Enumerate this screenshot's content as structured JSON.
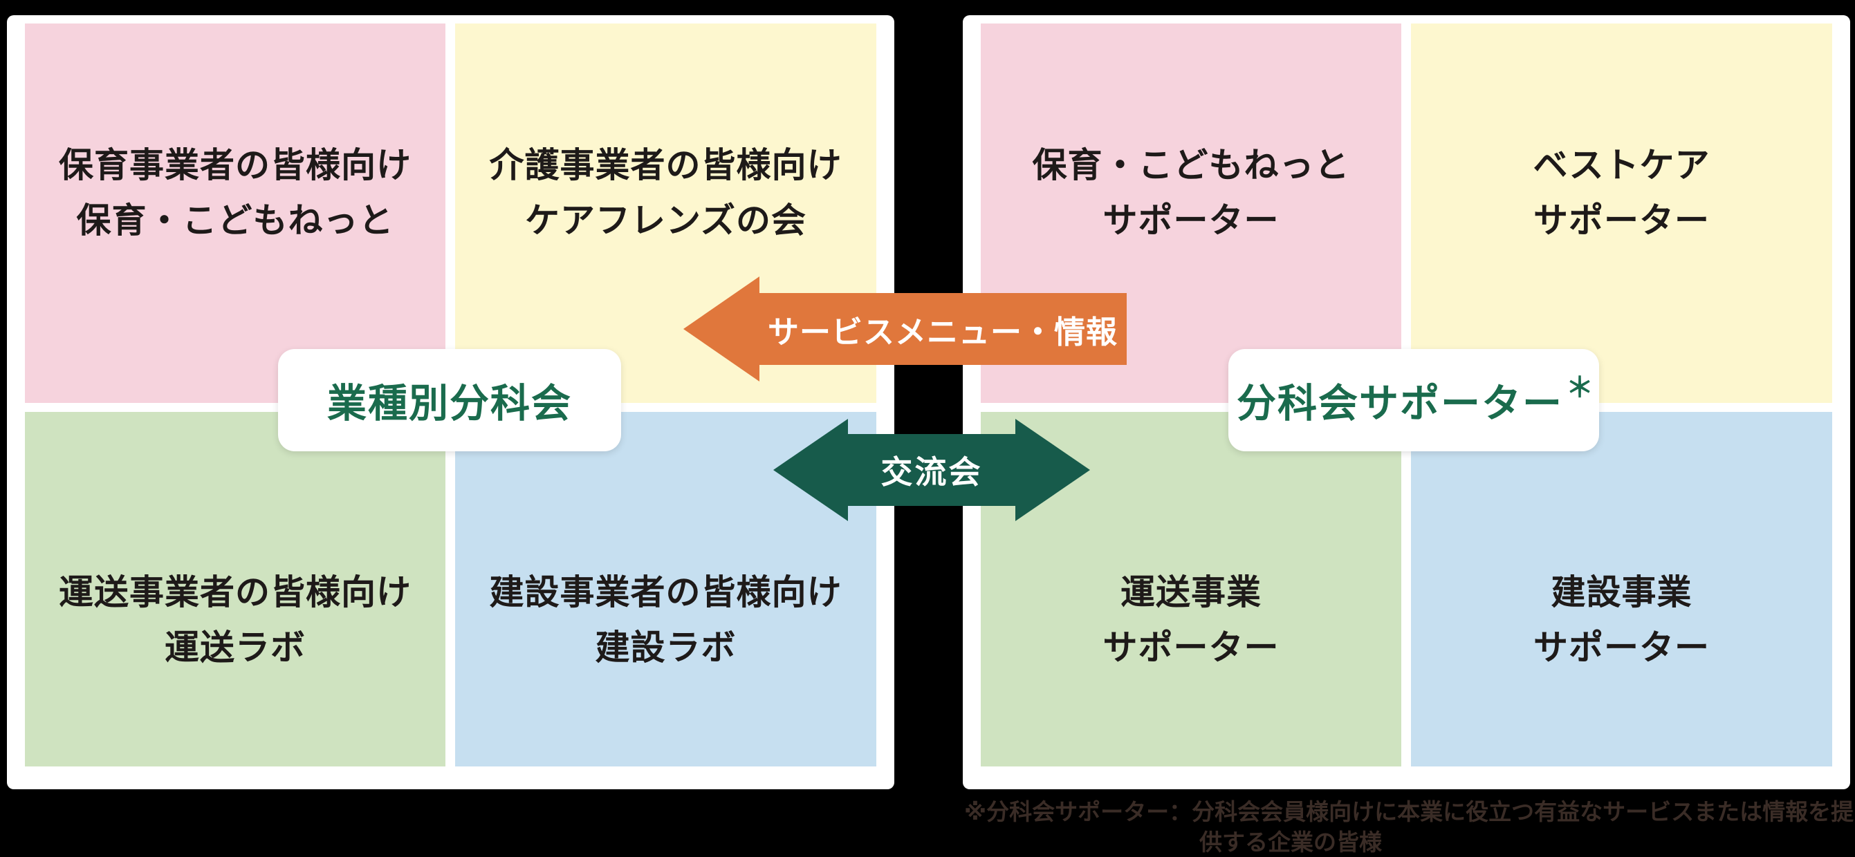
{
  "diagram": {
    "left_card": {
      "label": "業種別分科会",
      "quadrants": {
        "childcare": {
          "color": "#f6d3dd",
          "lines": [
            "保育事業者の皆様向け",
            "保育・こどもねっと"
          ]
        },
        "nursing": {
          "color": "#fdf7cf",
          "lines": [
            "介護事業者の皆様向け",
            "ケアフレンズの会"
          ]
        },
        "transport": {
          "color": "#cfe3c0",
          "lines": [
            "運送事業者の皆様向け",
            "運送ラボ"
          ]
        },
        "construction": {
          "color": "#c6dff0",
          "lines": [
            "建設事業者の皆様向け",
            "建設ラボ"
          ]
        }
      }
    },
    "right_card": {
      "label": "分科会サポーター",
      "label_asterisk": "＊",
      "quadrants": {
        "childcare_supporter": {
          "color": "#f6d3dd",
          "lines": [
            "保育・こどもねっと",
            "サポーター"
          ]
        },
        "bestcare_supporter": {
          "color": "#fdf7cf",
          "lines": [
            "ベストケア",
            "サポーター"
          ]
        },
        "transport_supporter": {
          "color": "#cfe3c0",
          "lines": [
            "運送事業",
            "サポーター"
          ]
        },
        "construction_supporter": {
          "color": "#c6dff0",
          "lines": [
            "建設事業",
            "サポーター"
          ]
        }
      }
    },
    "arrows": {
      "service": {
        "label": "サービスメニュー・情報",
        "color": "#e0773c",
        "direction": "left"
      },
      "exchange": {
        "label": "交流会",
        "color": "#175b4b",
        "direction": "both"
      }
    },
    "footnote": {
      "line1": "※分科会サポーター：分科会会員様向けに本業に役立つ有益なサービスまたは情報を提",
      "line2": "供する企業の皆様"
    }
  }
}
